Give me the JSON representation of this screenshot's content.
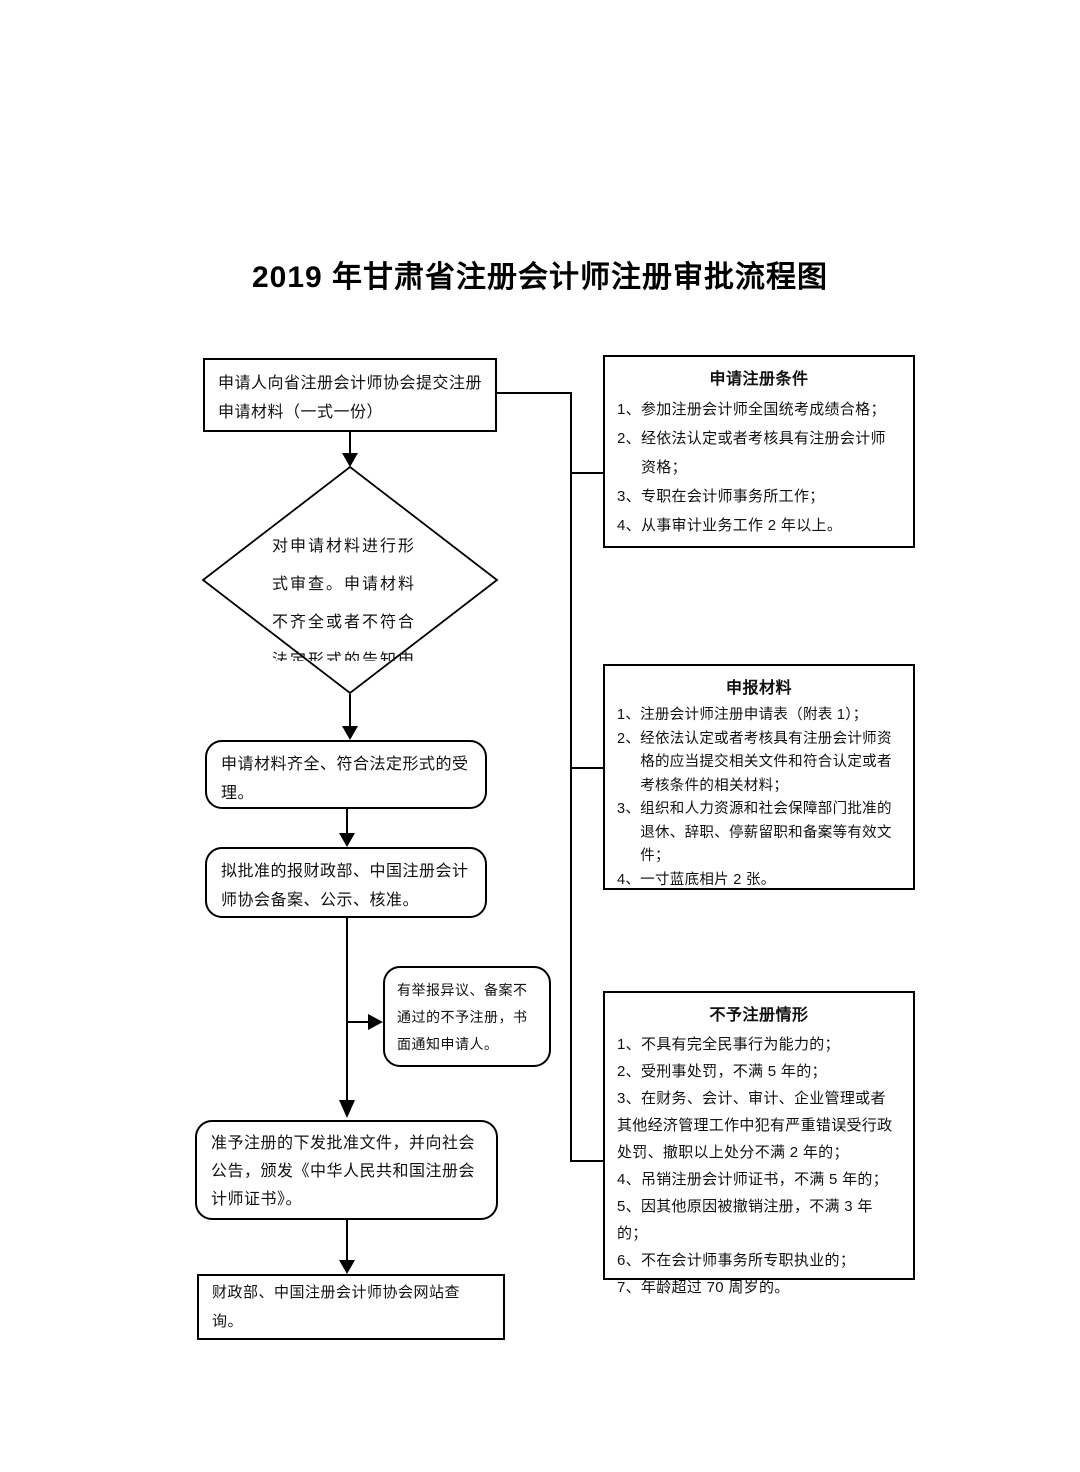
{
  "page": {
    "background": "#ffffff",
    "line_color": "#000000"
  },
  "title": "2019 年甘肃省注册会计师注册审批流程图",
  "flow": {
    "submit": "申请人向省注册会计师协会提交注册申请材料（一式一份）",
    "review": "对申请材料进行形式审查。申请材料不齐全或者不符合法定形式的告知申请",
    "accept": "申请材料齐全、符合法定形式的受理。",
    "approve": "拟批准的报财政部、中国注册会计师协会备案、公示、核准。",
    "notify": "有举报异议、备案不通过的不予注册，书面通知申请人。",
    "grant": "准予注册的下发批准文件，并向社会公告，颁发《中华人民共和国注册会计师证书》。",
    "query": "财政部、中国注册会计师协会网站查询。"
  },
  "panels": {
    "conditions": {
      "title": "申请注册条件",
      "items": [
        "1、参加注册会计师全国统考成绩合格；",
        "2、经依法认定或者考核具有注册会计师资格；",
        "3、专职在会计师事务所工作；",
        "4、从事审计业务工作 2 年以上。"
      ]
    },
    "materials": {
      "title": "申报材料",
      "items": [
        "1、注册会计师注册申请表（附表 1）；",
        "2、经依法认定或者考核具有注册会计师资格的应当提交相关文件和符合认定或者考核条件的相关材料；",
        "3、组织和人力资源和社会保障部门批准的退休、辞职、停薪留职和备案等有效文件；",
        "4、一寸蓝底相片 2 张。"
      ]
    },
    "denial": {
      "title": "不予注册情形",
      "items": [
        "1、不具有完全民事行为能力的；",
        "2、受刑事处罚，不满 5 年的；",
        "3、在财务、会计、审计、企业管理或者其他经济管理工作中犯有严重错误受行政处罚、撤职以上处分不满 2 年的；",
        "4、吊销注册会计师证书，不满 5 年的；",
        "5、因其他原因被撤销注册，不满 3 年的；",
        "6、不在会计师事务所专职执业的；",
        "7、年龄超过 70 周岁的。"
      ]
    }
  }
}
